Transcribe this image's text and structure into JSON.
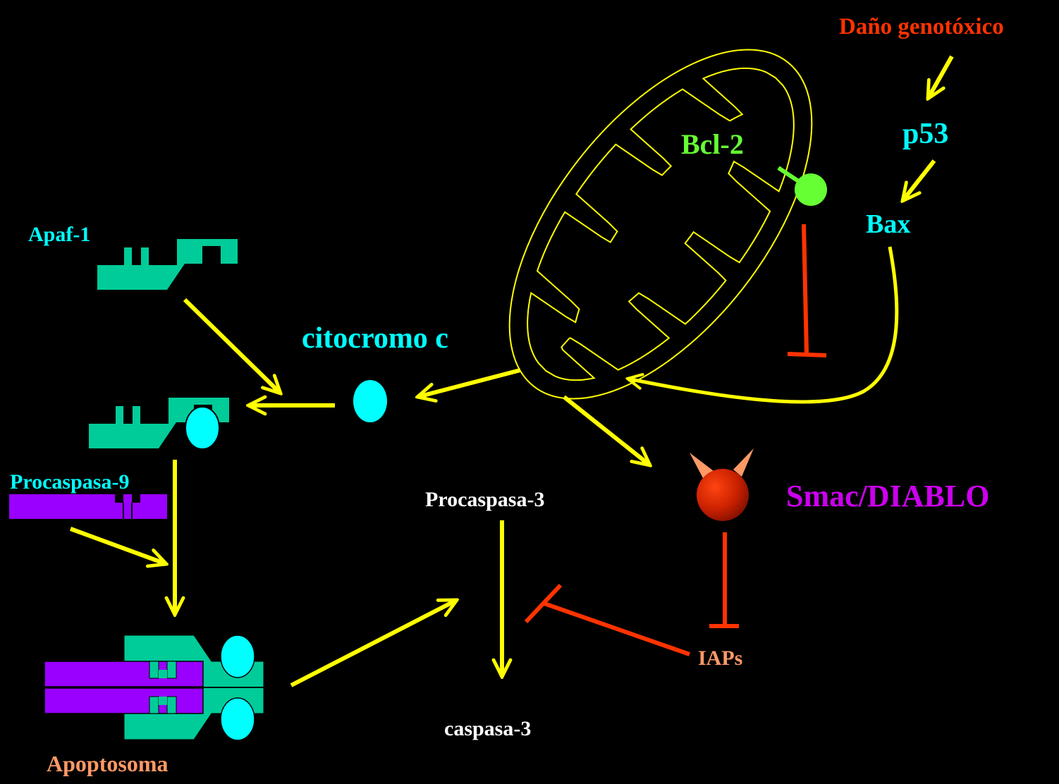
{
  "labels": {
    "dano": "Daño genotóxico",
    "p53": "p53",
    "bax": "Bax",
    "bcl2": "Bcl-2",
    "apaf1": "Apaf-1",
    "citocromo": "citocromo c",
    "procaspasa9": "Procaspasa-9",
    "procaspasa3": "Procaspasa-3",
    "smac": "Smac/DIABLO",
    "iaps": "IAPs",
    "caspasa3": "caspasa-3",
    "apoptosoma": "Apoptosoma"
  },
  "colors": {
    "background": "#000000",
    "arrow": "#ffff00",
    "inhibition": "#ff3300",
    "apaf": "#00cc99",
    "cytochrome": "#00ffff",
    "procaspase9": "#9900ff",
    "bcl2": "#66ff33",
    "smac_text": "#cc00ee",
    "salmon": "#ff9966",
    "red_text": "#ff3300",
    "white": "#ffffff"
  }
}
